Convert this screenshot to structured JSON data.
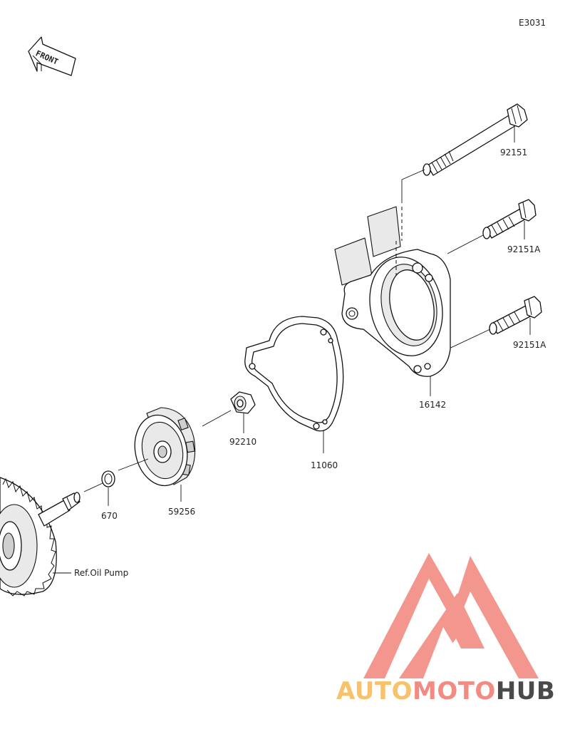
{
  "diagram": {
    "code": "E3031",
    "front_label": "FRONT",
    "reference_label": "Ref.Oil Pump",
    "parts": [
      {
        "number": "92151"
      },
      {
        "number": "92151A"
      },
      {
        "number": "92151A"
      },
      {
        "number": "16142"
      },
      {
        "number": "11060"
      },
      {
        "number": "92210"
      },
      {
        "number": "59256"
      },
      {
        "number": "670"
      }
    ]
  },
  "watermark": {
    "part1": "AUTO",
    "part2": "MOTO",
    "part3": "HUB",
    "color_light": "#f7c26b",
    "color_main": "#f28b82",
    "color_dark": "#4a4a4a"
  }
}
